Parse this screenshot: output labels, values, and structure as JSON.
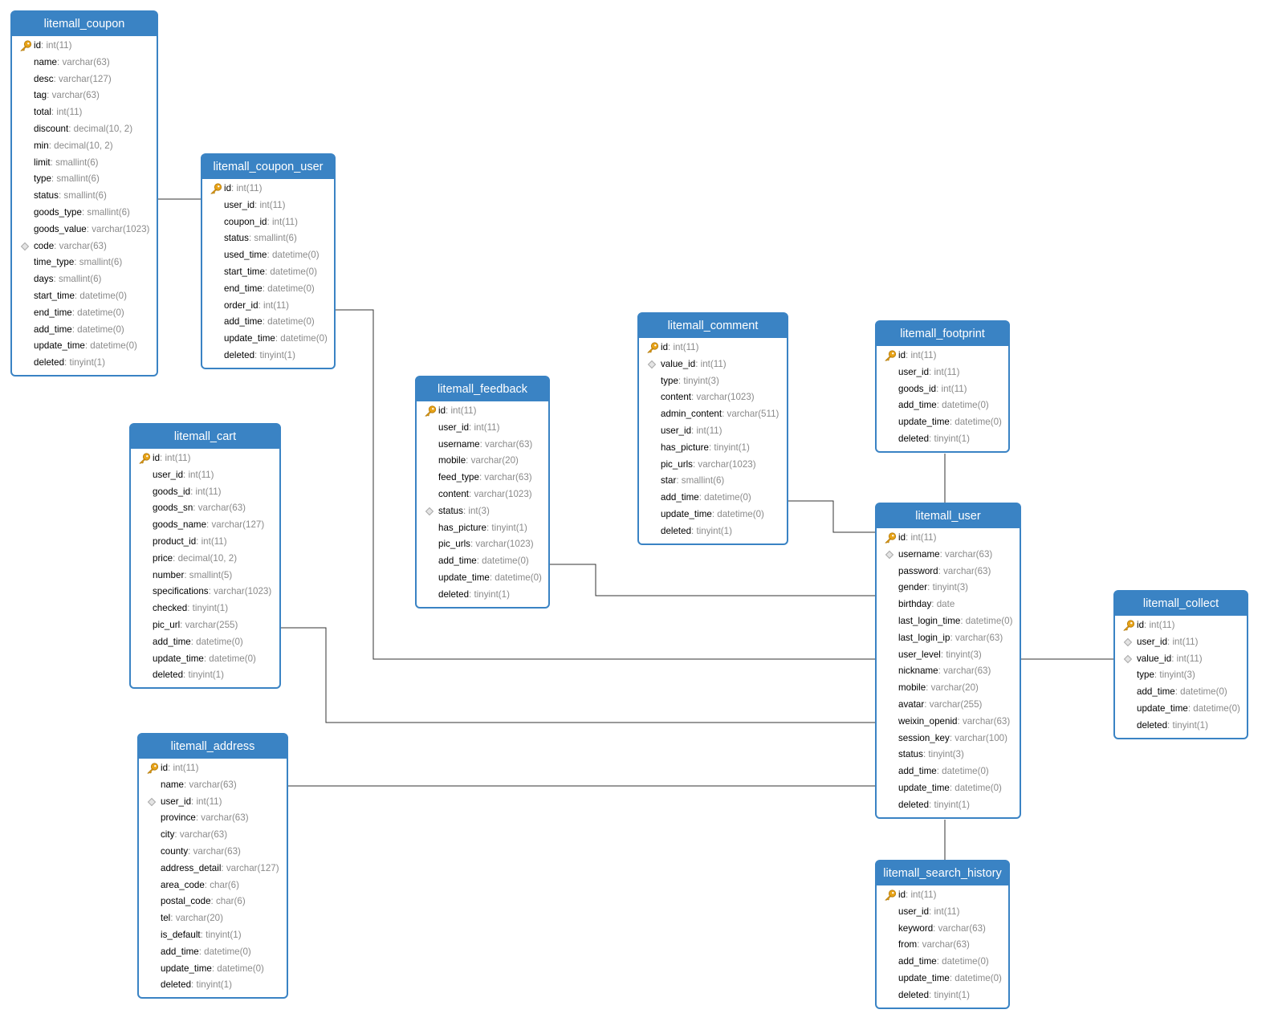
{
  "tables": [
    {
      "name": "litemall_coupon",
      "columns": [
        {
          "name": "id",
          "type": "int(11)",
          "key": "pk"
        },
        {
          "name": "name",
          "type": "varchar(63)"
        },
        {
          "name": "desc",
          "type": "varchar(127)"
        },
        {
          "name": "tag",
          "type": "varchar(63)"
        },
        {
          "name": "total",
          "type": "int(11)"
        },
        {
          "name": "discount",
          "type": "decimal(10, 2)"
        },
        {
          "name": "min",
          "type": "decimal(10, 2)"
        },
        {
          "name": "limit",
          "type": "smallint(6)"
        },
        {
          "name": "type",
          "type": "smallint(6)"
        },
        {
          "name": "status",
          "type": "smallint(6)"
        },
        {
          "name": "goods_type",
          "type": "smallint(6)"
        },
        {
          "name": "goods_value",
          "type": "varchar(1023)"
        },
        {
          "name": "code",
          "type": "varchar(63)",
          "key": "idx"
        },
        {
          "name": "time_type",
          "type": "smallint(6)"
        },
        {
          "name": "days",
          "type": "smallint(6)"
        },
        {
          "name": "start_time",
          "type": "datetime(0)"
        },
        {
          "name": "end_time",
          "type": "datetime(0)"
        },
        {
          "name": "add_time",
          "type": "datetime(0)"
        },
        {
          "name": "update_time",
          "type": "datetime(0)"
        },
        {
          "name": "deleted",
          "type": "tinyint(1)"
        }
      ]
    },
    {
      "name": "litemall_coupon_user",
      "columns": [
        {
          "name": "id",
          "type": "int(11)",
          "key": "pk"
        },
        {
          "name": "user_id",
          "type": "int(11)"
        },
        {
          "name": "coupon_id",
          "type": "int(11)"
        },
        {
          "name": "status",
          "type": "smallint(6)"
        },
        {
          "name": "used_time",
          "type": "datetime(0)"
        },
        {
          "name": "start_time",
          "type": "datetime(0)"
        },
        {
          "name": "end_time",
          "type": "datetime(0)"
        },
        {
          "name": "order_id",
          "type": "int(11)"
        },
        {
          "name": "add_time",
          "type": "datetime(0)"
        },
        {
          "name": "update_time",
          "type": "datetime(0)"
        },
        {
          "name": "deleted",
          "type": "tinyint(1)"
        }
      ]
    },
    {
      "name": "litemall_comment",
      "columns": [
        {
          "name": "id",
          "type": "int(11)",
          "key": "pk"
        },
        {
          "name": "value_id",
          "type": "int(11)",
          "key": "idx"
        },
        {
          "name": "type",
          "type": "tinyint(3)"
        },
        {
          "name": "content",
          "type": "varchar(1023)"
        },
        {
          "name": "admin_content",
          "type": "varchar(511)"
        },
        {
          "name": "user_id",
          "type": "int(11)"
        },
        {
          "name": "has_picture",
          "type": "tinyint(1)"
        },
        {
          "name": "pic_urls",
          "type": "varchar(1023)"
        },
        {
          "name": "star",
          "type": "smallint(6)"
        },
        {
          "name": "add_time",
          "type": "datetime(0)"
        },
        {
          "name": "update_time",
          "type": "datetime(0)"
        },
        {
          "name": "deleted",
          "type": "tinyint(1)"
        }
      ]
    },
    {
      "name": "litemall_footprint",
      "columns": [
        {
          "name": "id",
          "type": "int(11)",
          "key": "pk"
        },
        {
          "name": "user_id",
          "type": "int(11)"
        },
        {
          "name": "goods_id",
          "type": "int(11)"
        },
        {
          "name": "add_time",
          "type": "datetime(0)"
        },
        {
          "name": "update_time",
          "type": "datetime(0)"
        },
        {
          "name": "deleted",
          "type": "tinyint(1)"
        }
      ]
    },
    {
      "name": "litemall_feedback",
      "columns": [
        {
          "name": "id",
          "type": "int(11)",
          "key": "pk"
        },
        {
          "name": "user_id",
          "type": "int(11)"
        },
        {
          "name": "username",
          "type": "varchar(63)"
        },
        {
          "name": "mobile",
          "type": "varchar(20)"
        },
        {
          "name": "feed_type",
          "type": "varchar(63)"
        },
        {
          "name": "content",
          "type": "varchar(1023)"
        },
        {
          "name": "status",
          "type": "int(3)",
          "key": "idx"
        },
        {
          "name": "has_picture",
          "type": "tinyint(1)"
        },
        {
          "name": "pic_urls",
          "type": "varchar(1023)"
        },
        {
          "name": "add_time",
          "type": "datetime(0)"
        },
        {
          "name": "update_time",
          "type": "datetime(0)"
        },
        {
          "name": "deleted",
          "type": "tinyint(1)"
        }
      ]
    },
    {
      "name": "litemall_cart",
      "columns": [
        {
          "name": "id",
          "type": "int(11)",
          "key": "pk"
        },
        {
          "name": "user_id",
          "type": "int(11)"
        },
        {
          "name": "goods_id",
          "type": "int(11)"
        },
        {
          "name": "goods_sn",
          "type": "varchar(63)"
        },
        {
          "name": "goods_name",
          "type": "varchar(127)"
        },
        {
          "name": "product_id",
          "type": "int(11)"
        },
        {
          "name": "price",
          "type": "decimal(10, 2)"
        },
        {
          "name": "number",
          "type": "smallint(5)"
        },
        {
          "name": "specifications",
          "type": "varchar(1023)"
        },
        {
          "name": "checked",
          "type": "tinyint(1)"
        },
        {
          "name": "pic_url",
          "type": "varchar(255)"
        },
        {
          "name": "add_time",
          "type": "datetime(0)"
        },
        {
          "name": "update_time",
          "type": "datetime(0)"
        },
        {
          "name": "deleted",
          "type": "tinyint(1)"
        }
      ]
    },
    {
      "name": "litemall_user",
      "columns": [
        {
          "name": "id",
          "type": "int(11)",
          "key": "pk"
        },
        {
          "name": "username",
          "type": "varchar(63)",
          "key": "idx"
        },
        {
          "name": "password",
          "type": "varchar(63)"
        },
        {
          "name": "gender",
          "type": "tinyint(3)"
        },
        {
          "name": "birthday",
          "type": "date"
        },
        {
          "name": "last_login_time",
          "type": "datetime(0)"
        },
        {
          "name": "last_login_ip",
          "type": "varchar(63)"
        },
        {
          "name": "user_level",
          "type": "tinyint(3)"
        },
        {
          "name": "nickname",
          "type": "varchar(63)"
        },
        {
          "name": "mobile",
          "type": "varchar(20)"
        },
        {
          "name": "avatar",
          "type": "varchar(255)"
        },
        {
          "name": "weixin_openid",
          "type": "varchar(63)"
        },
        {
          "name": "session_key",
          "type": "varchar(100)"
        },
        {
          "name": "status",
          "type": "tinyint(3)"
        },
        {
          "name": "add_time",
          "type": "datetime(0)"
        },
        {
          "name": "update_time",
          "type": "datetime(0)"
        },
        {
          "name": "deleted",
          "type": "tinyint(1)"
        }
      ]
    },
    {
      "name": "litemall_collect",
      "columns": [
        {
          "name": "id",
          "type": "int(11)",
          "key": "pk"
        },
        {
          "name": "user_id",
          "type": "int(11)",
          "key": "idx"
        },
        {
          "name": "value_id",
          "type": "int(11)",
          "key": "idx"
        },
        {
          "name": "type",
          "type": "tinyint(3)"
        },
        {
          "name": "add_time",
          "type": "datetime(0)"
        },
        {
          "name": "update_time",
          "type": "datetime(0)"
        },
        {
          "name": "deleted",
          "type": "tinyint(1)"
        }
      ]
    },
    {
      "name": "litemall_address",
      "columns": [
        {
          "name": "id",
          "type": "int(11)",
          "key": "pk"
        },
        {
          "name": "name",
          "type": "varchar(63)"
        },
        {
          "name": "user_id",
          "type": "int(11)",
          "key": "idx"
        },
        {
          "name": "province",
          "type": "varchar(63)"
        },
        {
          "name": "city",
          "type": "varchar(63)"
        },
        {
          "name": "county",
          "type": "varchar(63)"
        },
        {
          "name": "address_detail",
          "type": "varchar(127)"
        },
        {
          "name": "area_code",
          "type": "char(6)"
        },
        {
          "name": "postal_code",
          "type": "char(6)"
        },
        {
          "name": "tel",
          "type": "varchar(20)"
        },
        {
          "name": "is_default",
          "type": "tinyint(1)"
        },
        {
          "name": "add_time",
          "type": "datetime(0)"
        },
        {
          "name": "update_time",
          "type": "datetime(0)"
        },
        {
          "name": "deleted",
          "type": "tinyint(1)"
        }
      ]
    },
    {
      "name": "litemall_search_history",
      "columns": [
        {
          "name": "id",
          "type": "int(11)",
          "key": "pk"
        },
        {
          "name": "user_id",
          "type": "int(11)"
        },
        {
          "name": "keyword",
          "type": "varchar(63)"
        },
        {
          "name": "from",
          "type": "varchar(63)"
        },
        {
          "name": "add_time",
          "type": "datetime(0)"
        },
        {
          "name": "update_time",
          "type": "datetime(0)"
        },
        {
          "name": "deleted",
          "type": "tinyint(1)"
        }
      ]
    }
  ],
  "relations": [
    {
      "from": "litemall_coupon",
      "to": "litemall_coupon_user"
    },
    {
      "from": "litemall_coupon_user",
      "to": "litemall_user"
    },
    {
      "from": "litemall_feedback",
      "to": "litemall_user"
    },
    {
      "from": "litemall_comment",
      "to": "litemall_user"
    },
    {
      "from": "litemall_footprint",
      "to": "litemall_user"
    },
    {
      "from": "litemall_cart",
      "to": "litemall_user"
    },
    {
      "from": "litemall_address",
      "to": "litemall_user"
    },
    {
      "from": "litemall_collect",
      "to": "litemall_user"
    },
    {
      "from": "litemall_search_history",
      "to": "litemall_user"
    }
  ],
  "colors": {
    "header": "#3a83c4",
    "key_icon": "#e8a317",
    "index_icon": "#b8b8b8",
    "type_text": "#8a8a8a",
    "line": "#333333"
  },
  "icons": {
    "pk": "key-icon",
    "idx": "index-diamond-icon"
  }
}
